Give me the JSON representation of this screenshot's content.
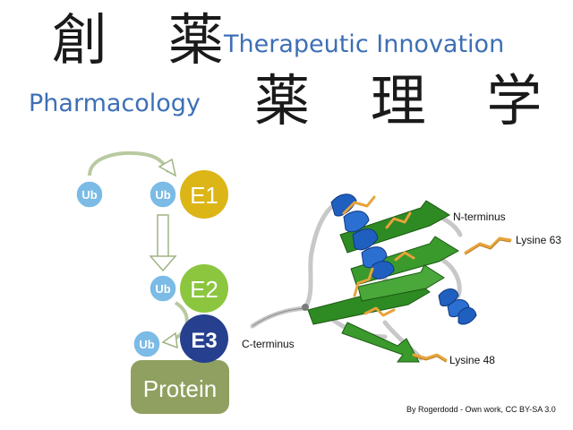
{
  "titles": {
    "kanji_drug_discovery": "創 薬",
    "therapeutic_innovation": "Therapeutic Innovation",
    "pharmacology": "Pharmacology",
    "kanji_pharmacology": "薬 理 学"
  },
  "pathway": {
    "ub": "Ub",
    "e1": "E1",
    "e2": "E2",
    "e3": "E3",
    "protein": "Protein"
  },
  "structure_labels": {
    "n_terminus": "N-terminus",
    "c_terminus": "C-terminus",
    "lysine_63": "Lysine 63",
    "lysine_48": "Lysine 48"
  },
  "credit": "By Rogerdodd - Own work, CC BY-SA 3.0",
  "colors": {
    "title_blue": "#3d6fb6",
    "ub_blue": "#7bbbe6",
    "e1_yellow": "#dcb517",
    "e2_green": "#8cc63f",
    "e3_navy": "#263f8e",
    "protein_olive": "#8fa060",
    "arrow_green": "#b9c9a0",
    "helix_blue": "#1f5fbf",
    "sheet_green": "#2e8a22",
    "loop_grey": "#c8c8c8",
    "lysine_orange": "#e8a33a"
  }
}
